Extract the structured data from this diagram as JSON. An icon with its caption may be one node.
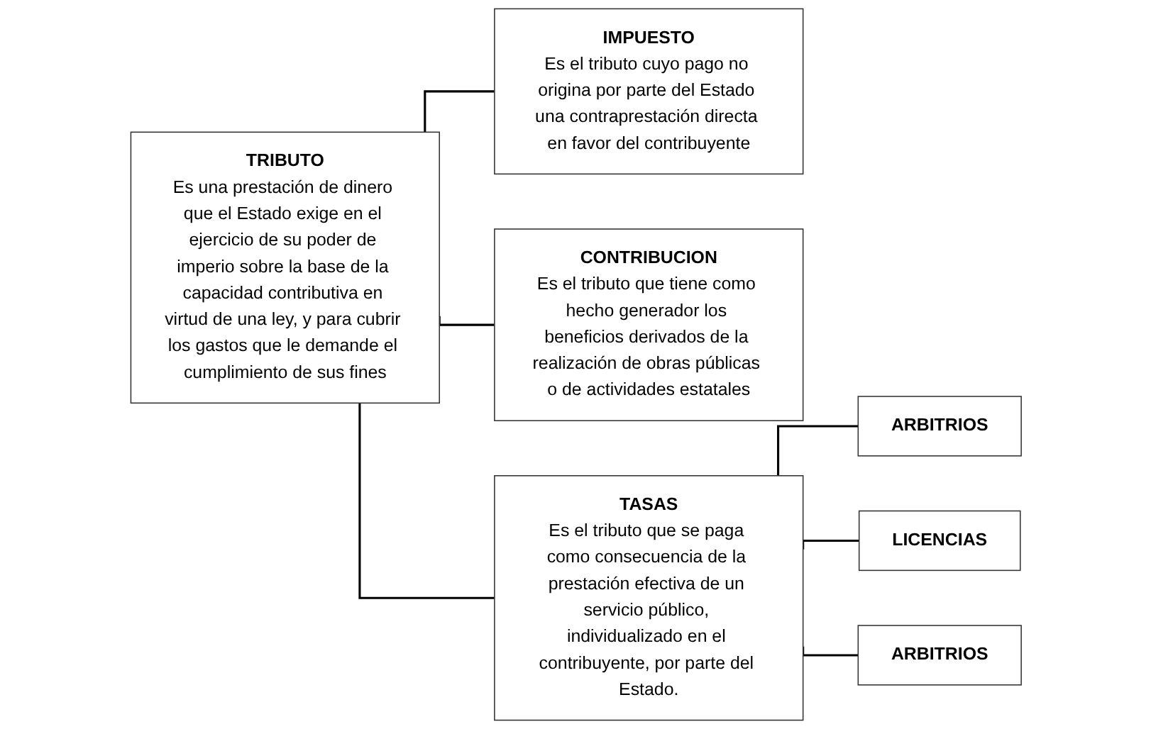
{
  "diagram": {
    "nodes": [
      {
        "text": [
          "TRIBUTO",
          "Es una prestación de dinero que el Estado exige en el ejercicio de su poder de imperio sobre la base de la capacidad contributiva en virtud de una ley, y para cubrir los gastos que le demande el cumplimiento de sus fines"
        ]
      },
      {
        "text": [
          "IMPUESTO",
          "Es el tributo cuyo pago no origina por parte del Estado una contraprestación directa en favor del contribuyente"
        ]
      },
      {
        "text": [
          "CONTRIBUCION",
          "Es el tributo que tiene como hecho generador los beneficios derivados de la realización de obras públicas o de actividades estatales"
        ]
      },
      {
        "text": [
          "TASAS",
          "Es el tributo que se paga como consecuencia de la prestación efectiva de un servicio público, individualizado en el contribuyente, por parte del Estado."
        ]
      },
      {
        "text": [
          "ARBITRIOS"
        ]
      },
      {
        "text": [
          "LICENCIAS"
        ]
      },
      {
        "text": [
          "ARBITRIOS"
        ]
      }
    ],
    "edges": [
      {
        "from": 0,
        "to": 1,
        "arrow": "none"
      },
      {
        "from": 0,
        "to": 2,
        "arrow": "none"
      },
      {
        "from": 0,
        "to": 3,
        "arrow": "none"
      },
      {
        "from": 3,
        "to": 4,
        "arrow": "none"
      },
      {
        "from": 3,
        "to": 5,
        "arrow": "none"
      },
      {
        "from": 3,
        "to": 6,
        "arrow": "none"
      }
    ]
  }
}
